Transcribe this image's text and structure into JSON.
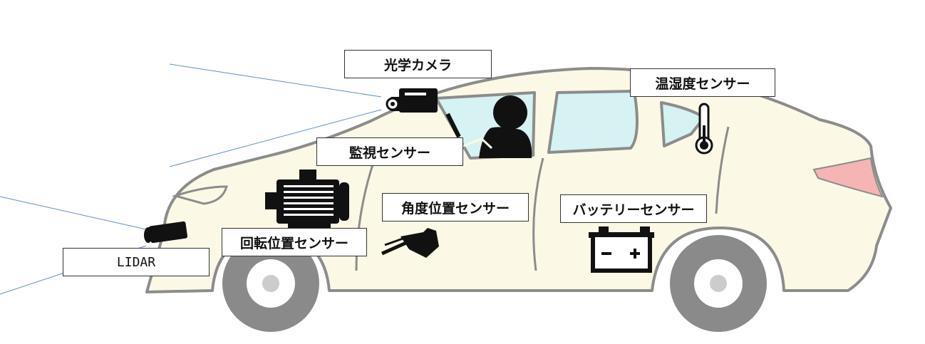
{
  "labels": {
    "optical_camera": "光学カメラ",
    "temp_humidity_sensor": "温湿度センサー",
    "monitoring_sensor": "監視センサー",
    "angle_position_sensor": "角度位置センサー",
    "battery_sensor": "バッテリーセンサー",
    "rotation_position_sensor": "回転位置センサー",
    "lidar": "LIDAR"
  },
  "icons": [
    "camera-icon",
    "thermometer-icon",
    "driver-icon",
    "motor-icon",
    "pedal-icon",
    "battery-icon",
    "lidar-sensor-icon"
  ],
  "colors": {
    "car_body": "#fbf8e6",
    "car_outline": "#8c8c8c",
    "window": "#d6f2f3",
    "tail_light": "#f5b5b5",
    "tire": "#8a8a8a",
    "icon": "#111111",
    "sensor_line": "#5b8fd6"
  }
}
